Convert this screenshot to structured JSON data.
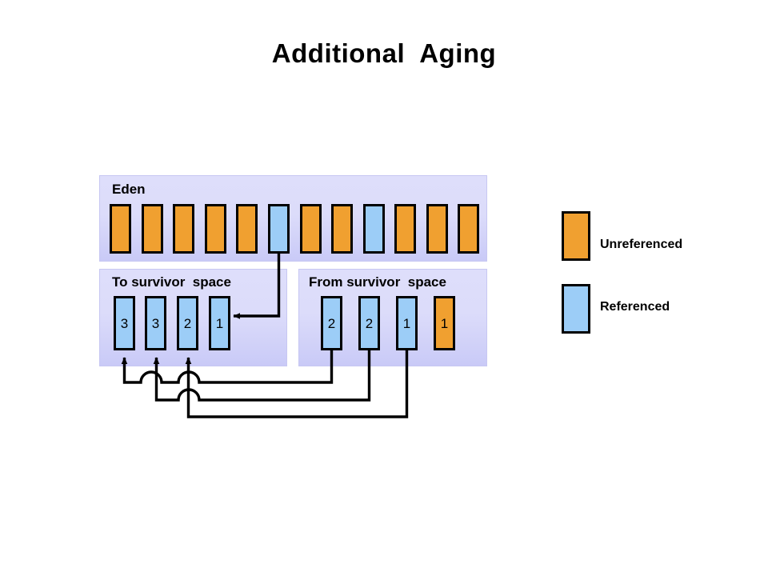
{
  "title": "Additional  Aging",
  "colors": {
    "unreferenced": "#f0a030",
    "referenced": "#9ccdf7",
    "panel_background": "#dcdcfa",
    "outline": "#000000",
    "page_background": "#ffffff"
  },
  "panels": {
    "eden": {
      "label": "Eden",
      "boxes": [
        {
          "state": "unreferenced",
          "age": ""
        },
        {
          "state": "unreferenced",
          "age": ""
        },
        {
          "state": "unreferenced",
          "age": ""
        },
        {
          "state": "unreferenced",
          "age": ""
        },
        {
          "state": "unreferenced",
          "age": ""
        },
        {
          "state": "referenced",
          "age": ""
        },
        {
          "state": "unreferenced",
          "age": ""
        },
        {
          "state": "unreferenced",
          "age": ""
        },
        {
          "state": "referenced",
          "age": ""
        },
        {
          "state": "unreferenced",
          "age": ""
        },
        {
          "state": "unreferenced",
          "age": ""
        },
        {
          "state": "unreferenced",
          "age": ""
        }
      ]
    },
    "to_survivor": {
      "label": "To survivor  space",
      "boxes": [
        {
          "state": "referenced",
          "age": "3"
        },
        {
          "state": "referenced",
          "age": "3"
        },
        {
          "state": "referenced",
          "age": "2"
        },
        {
          "state": "referenced",
          "age": "1"
        }
      ]
    },
    "from_survivor": {
      "label": "From survivor  space",
      "boxes": [
        {
          "state": "referenced",
          "age": "2"
        },
        {
          "state": "referenced",
          "age": "2"
        },
        {
          "state": "referenced",
          "age": "1"
        },
        {
          "state": "unreferenced",
          "age": "1"
        }
      ]
    }
  },
  "legend": {
    "items": [
      {
        "label": "Unreferenced",
        "color": "#f0a030"
      },
      {
        "label": "Referenced",
        "color": "#9ccdf7"
      }
    ]
  },
  "flows": [
    {
      "from": "eden.5",
      "to": "to_survivor.3",
      "note": "referenced eden object promoted with age 1"
    },
    {
      "from": "from_survivor.0",
      "to": "to_survivor.0",
      "note": "age 2 promoted to age 3"
    },
    {
      "from": "from_survivor.1",
      "to": "to_survivor.1",
      "note": "age 2 promoted to age 3"
    },
    {
      "from": "from_survivor.2",
      "to": "to_survivor.2",
      "note": "age 1 promoted to age 2"
    }
  ]
}
